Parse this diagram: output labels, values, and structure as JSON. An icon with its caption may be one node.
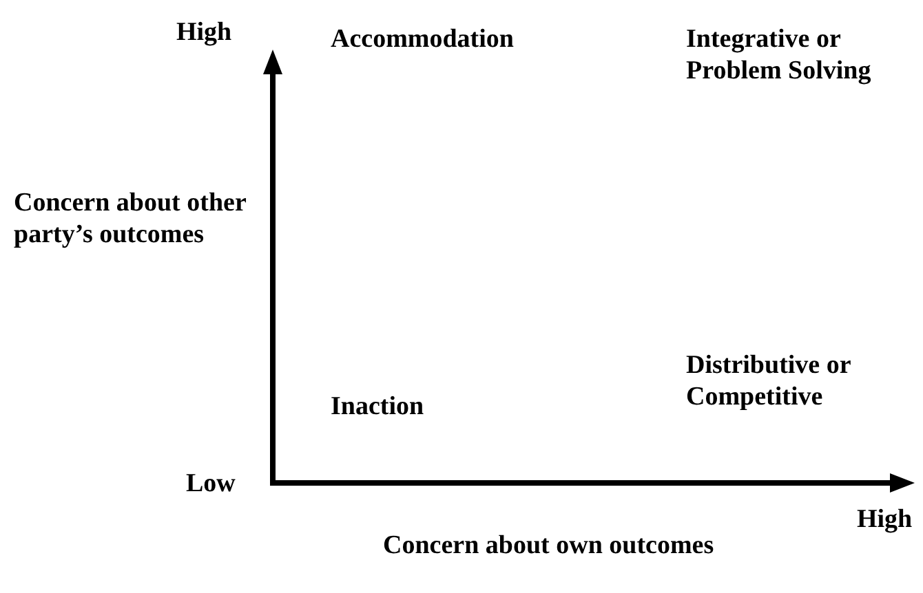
{
  "diagram": {
    "labels": [
      "High",
      "Accommodation",
      "Integrative or Problem Solving",
      "Concern about other party’s outcomes",
      "Distributive or Competitive",
      "Inaction",
      "Low",
      "High",
      "Concern about own outcomes"
    ]
  }
}
